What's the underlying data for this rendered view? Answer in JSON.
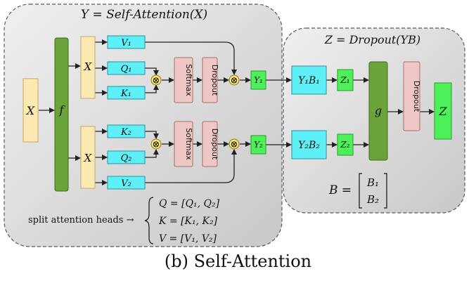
{
  "left_panel": {
    "title": "Y = Self-Attention(X)"
  },
  "right_panel": {
    "title": "Z = Dropout(YB)"
  },
  "nodes": {
    "x_input": "X",
    "f": "f",
    "x_top": "X",
    "x_bot": "X",
    "v1": "V₁",
    "q1": "Q₁",
    "k1": "K₁",
    "k2": "K₂",
    "q2": "Q₂",
    "v2": "V₂",
    "softmax_top": "Softmax",
    "dropout_top": "Dropout",
    "softmax_bot": "Softmax",
    "dropout_bot": "Dropout",
    "y1": "Y₁",
    "y2": "Y₂",
    "y1b1": "Y₁B₁",
    "y2b2": "Y₂B₂",
    "z1": "Z₁",
    "z2": "Z₂",
    "g": "g",
    "dropout_right": "Dropout",
    "z": "Z",
    "multiply_symbol": "⊗"
  },
  "b_matrix": {
    "lhs": "B =",
    "row1": "B₁",
    "row2": "B₂"
  },
  "split": {
    "label": "split attention heads →",
    "lines": [
      "Q = [Q₁, Q₂]",
      "K = [K₁, K₂]",
      "V = [V₁, V₂]"
    ]
  },
  "caption": "(b) Self-Attention",
  "colors": {
    "panel_fill": "#dcdcdc",
    "panel_border": "#5a5a5a",
    "yellow": "#fde9b2",
    "yellow_border": "#c9a660",
    "green_dark": "#6aa33a",
    "green_border": "#3e6e1e",
    "cyan": "#5ff0f7",
    "cyan_border": "#2a8fa0",
    "pink": "#efc7c7",
    "pink_border": "#a07070",
    "green_light": "#4ef05a",
    "green_light_border": "#2a9a30",
    "mult_fill": "#f6e46a",
    "mult_border": "#8a7a20"
  }
}
